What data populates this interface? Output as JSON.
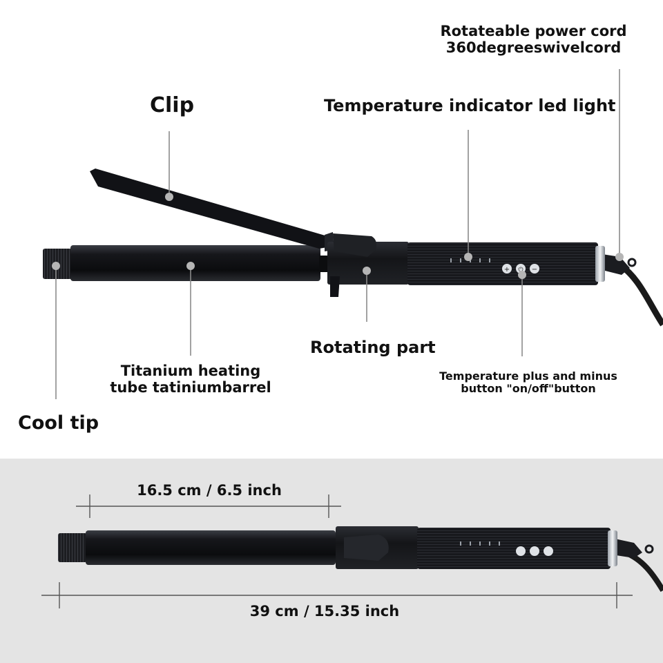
{
  "labels": {
    "clip": "Clip",
    "temperature_led": "Temperature indicator led light",
    "power_cord": [
      "Rotateable power cord",
      "360degreeswivelcord"
    ],
    "rotating_part": "Rotating part",
    "barrel": [
      "Titanium heating",
      "tube tatiniumbarrel"
    ],
    "buttons": [
      "Temperature plus and minus",
      "button \"on/off\"button"
    ],
    "cool_tip": "Cool tip"
  },
  "dimensions": {
    "barrel_length": "16.5 cm / 6.5 inch",
    "total_length": "39 cm / 15.35 inch"
  },
  "colors": {
    "background": "#ffffff",
    "bottom_panel": "#e4e4e4",
    "device_body": "#141518",
    "leader_line": "#8a8a8a",
    "dimension_line": "#555555"
  },
  "icons": {
    "buttons": [
      "plus-button-icon",
      "power-button-icon",
      "minus-button-icon"
    ]
  }
}
